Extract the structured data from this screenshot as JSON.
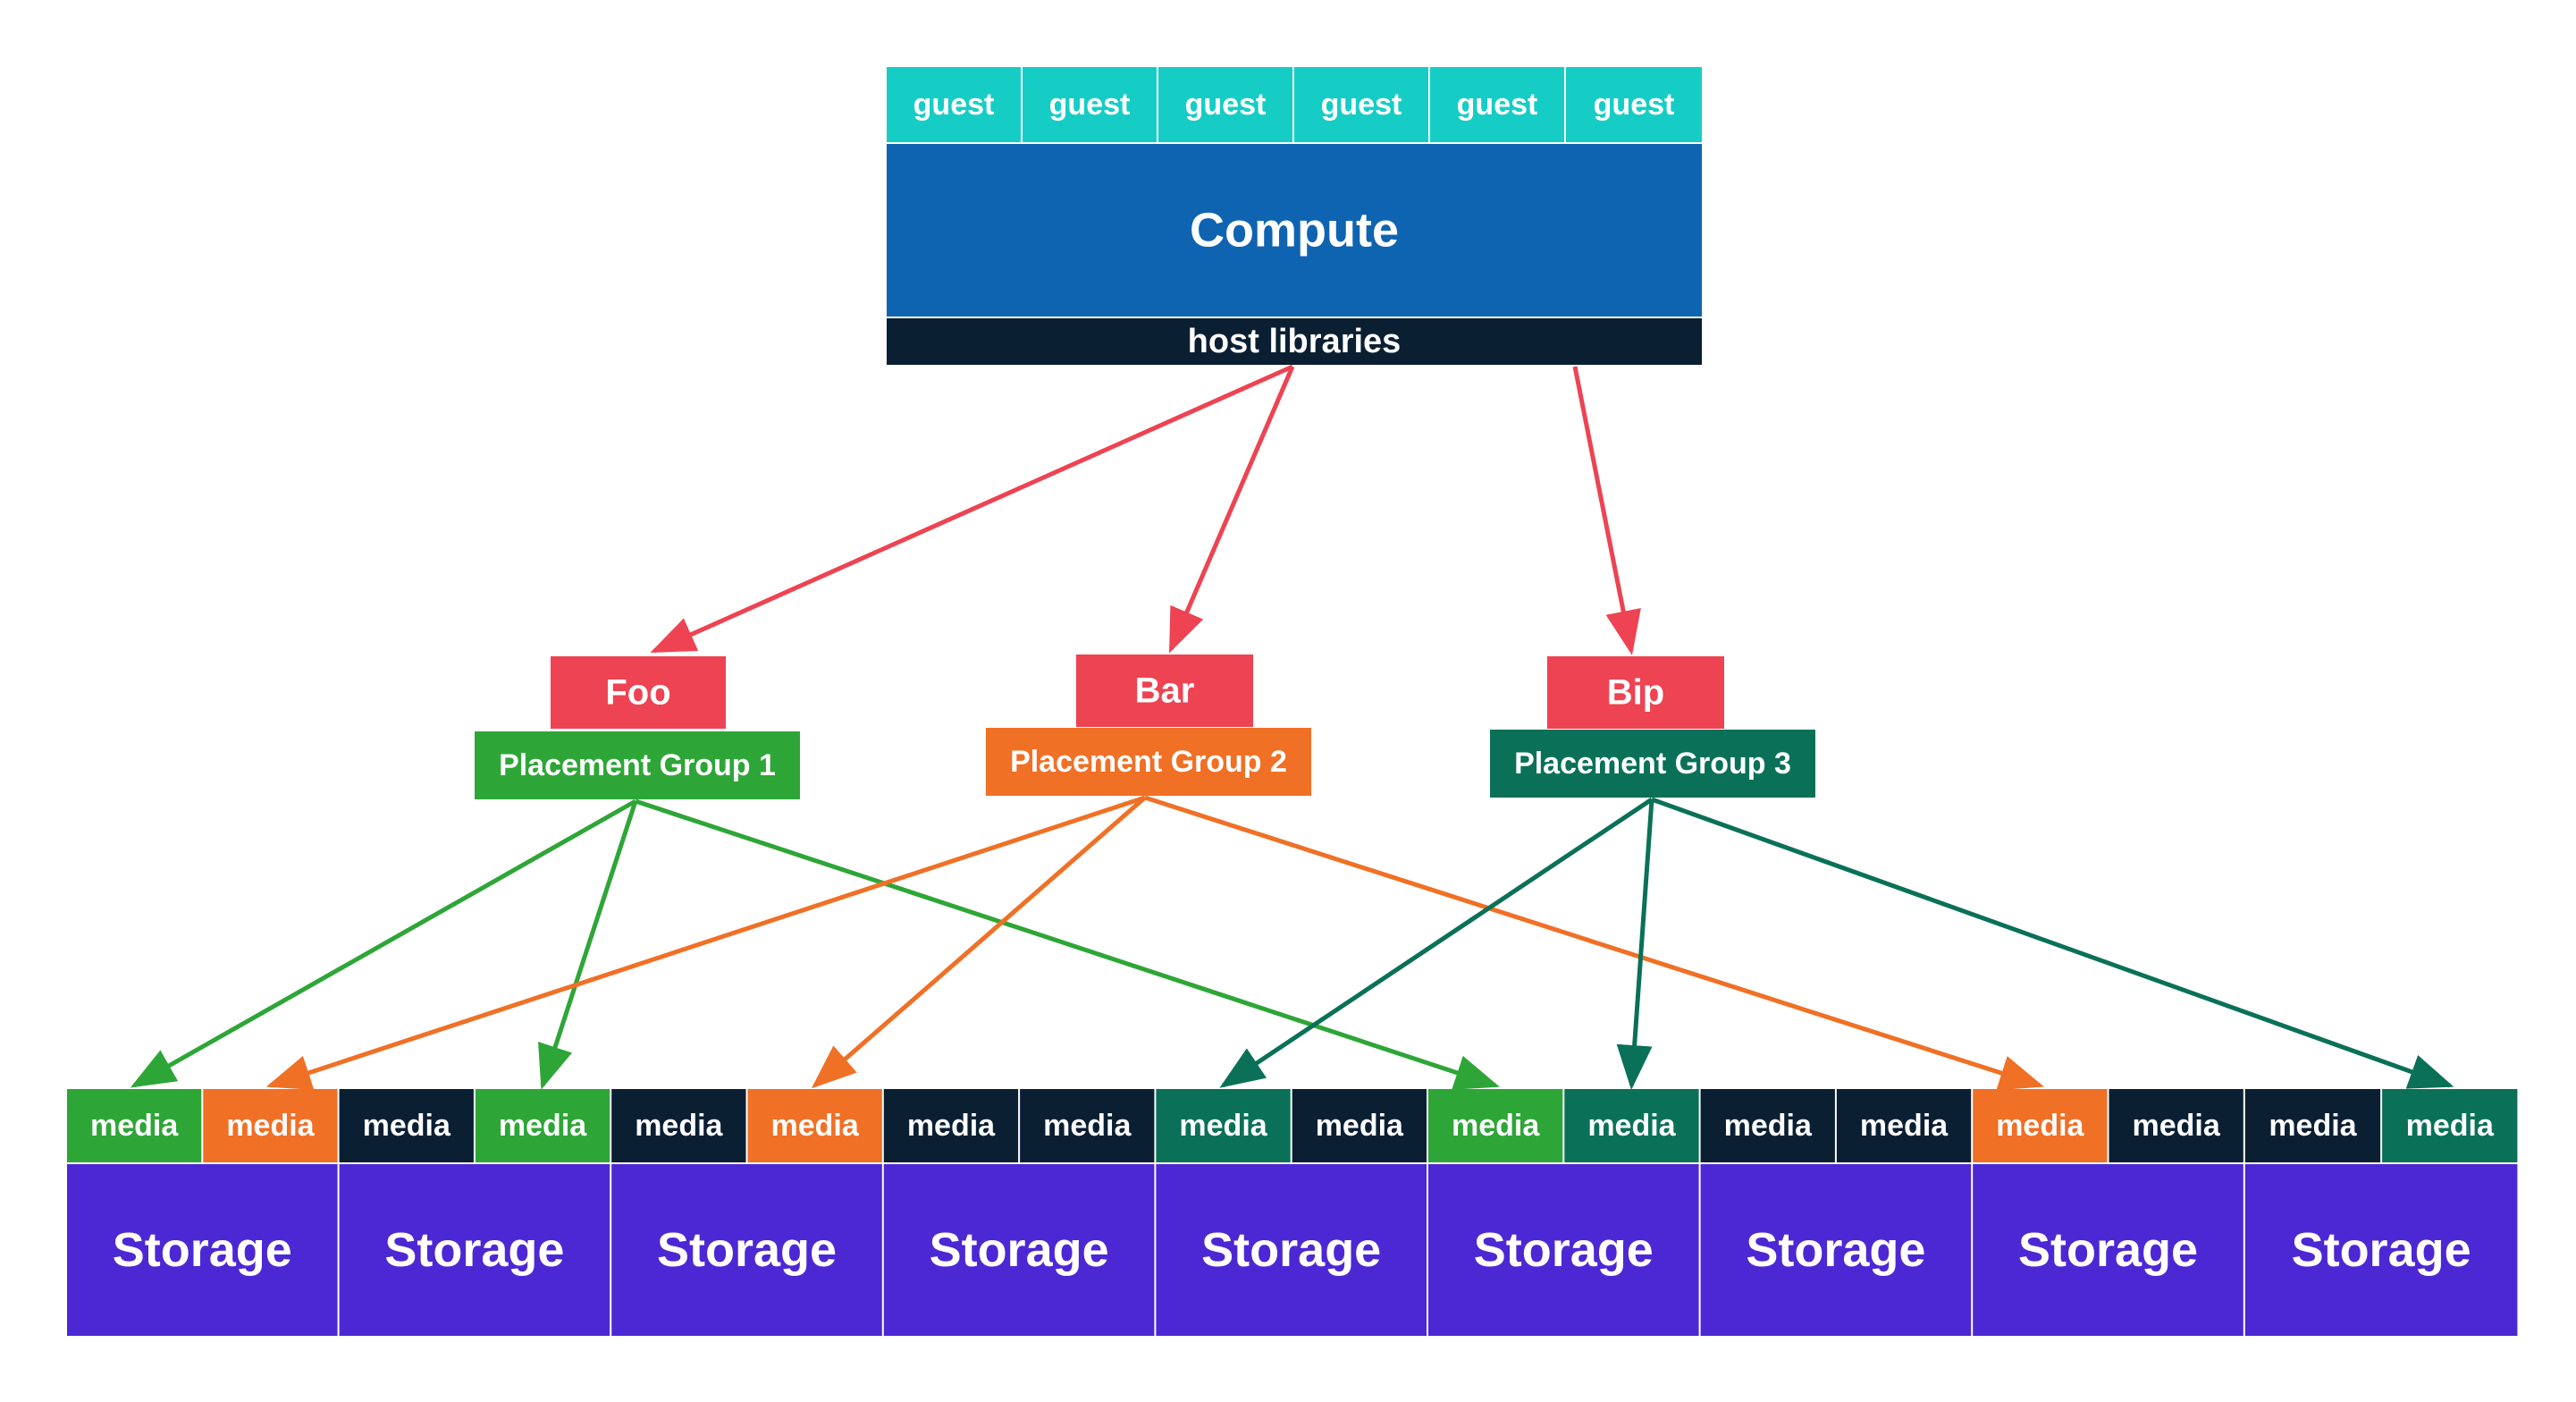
{
  "compute": {
    "title": "Compute",
    "guest_label": "guest",
    "guest_count": 6,
    "host_libraries": "host libraries"
  },
  "groups": [
    {
      "key": "pg1",
      "tag": "Foo",
      "name": "Placement Group 1",
      "color": "#2ea637"
    },
    {
      "key": "pg2",
      "tag": "Bar",
      "name": "Placement Group 2",
      "color": "#f07025"
    },
    {
      "key": "pg3",
      "tag": "Bip",
      "name": "Placement Group 3",
      "color": "#0a7158"
    }
  ],
  "storage": {
    "label": "Storage",
    "media_label": "media",
    "nodes": [
      {
        "media": [
          "pg1",
          "pg2"
        ]
      },
      {
        "media": [
          "none",
          "pg1"
        ]
      },
      {
        "media": [
          "none",
          "pg2"
        ]
      },
      {
        "media": [
          "none",
          "none"
        ]
      },
      {
        "media": [
          "pg3",
          "none"
        ]
      },
      {
        "media": [
          "pg1",
          "pg3"
        ]
      },
      {
        "media": [
          "none",
          "none"
        ]
      },
      {
        "media": [
          "pg2",
          "none"
        ]
      },
      {
        "media": [
          "none",
          "pg3"
        ]
      }
    ]
  },
  "connections": {
    "host_to_tags": [
      "Foo",
      "Bar",
      "Bip"
    ],
    "pg1_targets": [
      "Storage 1 media 1",
      "Storage 2 media 2",
      "Storage 6 media 1"
    ],
    "pg2_targets": [
      "Storage 1 media 2",
      "Storage 3 media 2",
      "Storage 8 media 1"
    ],
    "pg3_targets": [
      "Storage 5 media 1",
      "Storage 6 media 2",
      "Storage 9 media 2"
    ]
  },
  "colors": {
    "guest": "#16cdc6",
    "compute": "#0f64b2",
    "host_libraries": "#0b1f33",
    "tag": "#ee4352",
    "media_default": "#0b1f33",
    "storage": "#4c28d4",
    "host_arrow": "#ee4352"
  }
}
